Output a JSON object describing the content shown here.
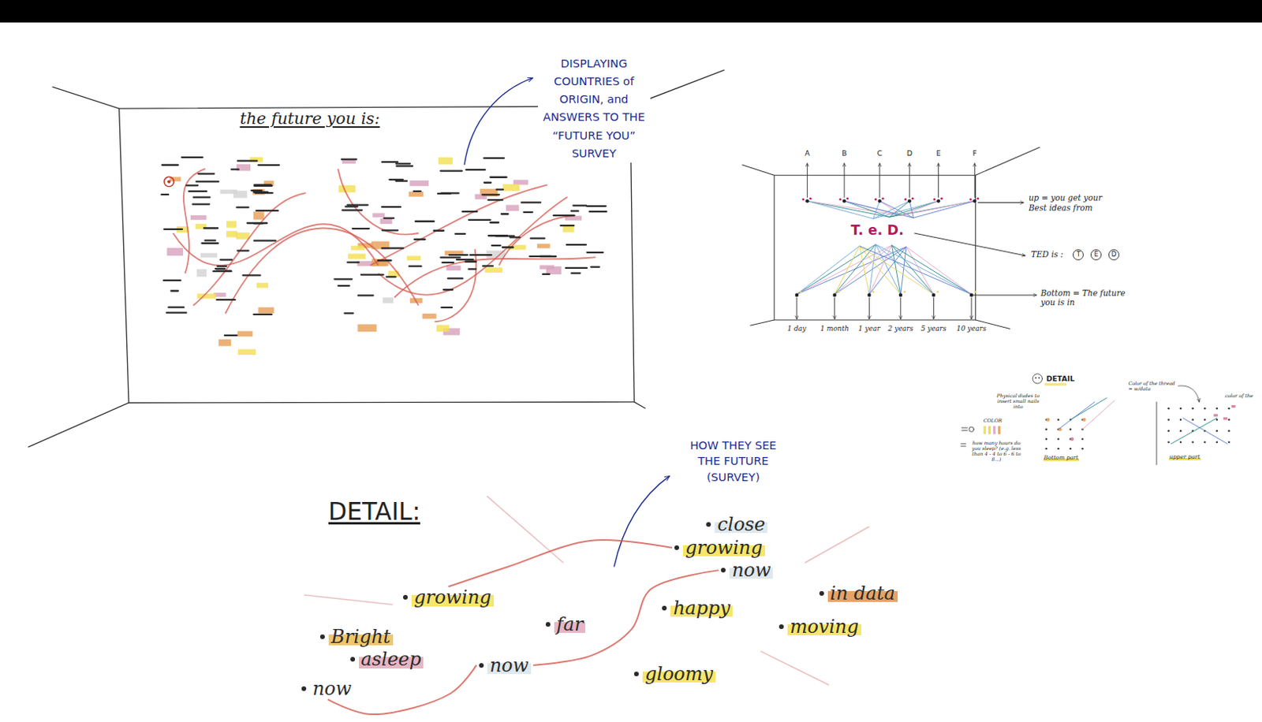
{
  "diagram": {
    "nodes": [
      {
        "text": [
          "close"
        ]
      },
      {
        "text": [
          "growing"
        ]
      },
      {
        "text": [
          "now"
        ]
      },
      {
        "text": [
          "in data"
        ]
      },
      {
        "text": [
          "growing"
        ]
      },
      {
        "text": [
          "happy"
        ]
      },
      {
        "text": [
          "far"
        ]
      },
      {
        "text": [
          "moving"
        ]
      },
      {
        "text": [
          "Bright"
        ]
      },
      {
        "text": [
          "asleep"
        ]
      },
      {
        "text": [
          "now"
        ]
      },
      {
        "text": [
          "gloomy"
        ]
      },
      {
        "text": [
          "now"
        ]
      }
    ],
    "edges": [
      {
        "from": 4,
        "to": 1,
        "arrow": "none"
      },
      {
        "from": 12,
        "to": 10,
        "arrow": "none"
      },
      {
        "from": 10,
        "to": 2,
        "arrow": "none"
      }
    ],
    "labels": [
      "the future you is:",
      "DISPLAYING COUNTRIES of ORIGIN, and ANSWERS TO THE “FUTURE YOU” SURVEY",
      "A",
      "B",
      "C",
      "D",
      "E",
      "F",
      "T. e. D.",
      "1 day",
      "1 month",
      "1 year",
      "2 years",
      "5 years",
      "10 years",
      "up = you get your Best ideas from",
      "TED is :",
      "T",
      "E",
      "D",
      "Bottom = The future you is in",
      "DETAIL",
      "Physical dudes to insert small nails into",
      "Color of the thread = w/data",
      "COLOR",
      "how many hours do you sleep? (e.g. less than 4 - 4 to 6 - 6 to 8...)",
      "Bottom part",
      "upper part",
      "color of the",
      "DETAIL:",
      "HOW THEY SEE THE FUTURE (SURVEY)"
    ]
  }
}
